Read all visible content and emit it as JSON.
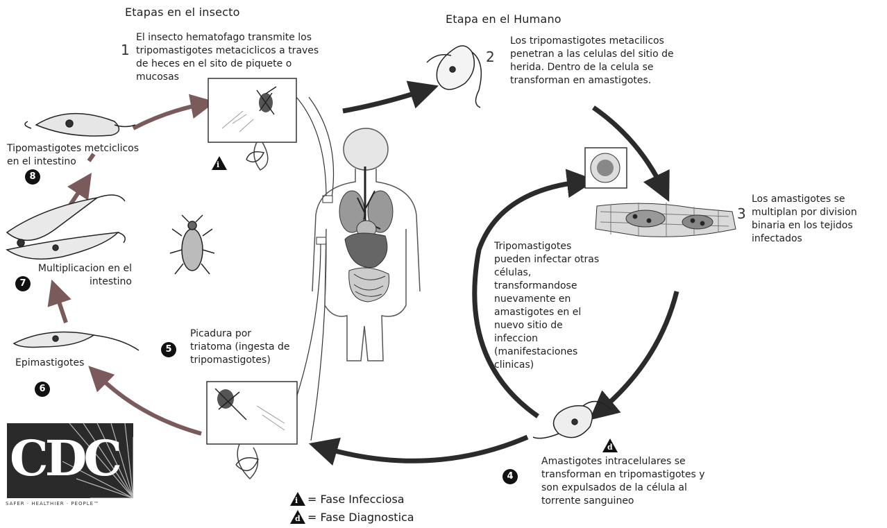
{
  "headings": {
    "insect": "Etapas en el insecto",
    "human": "Etapa en el Humano"
  },
  "steps": {
    "s1": {
      "num": "1",
      "text": "El insecto hematofago transmite los\ntripomastigotes metaciclicos a traves\nde heces en el sito de piquete o\nmucosas"
    },
    "s2": {
      "num": "2",
      "text": "Los tripomastigotes metacilicos\npenetran a las celulas del sitio de\nherida. Dentro de la celula se\ntransforman en amastigotes."
    },
    "s3": {
      "num": "3",
      "text": "Los amastigotes se\nmultiplan por division\nbinaria en los tejidos\ninfectados"
    },
    "s4": {
      "num": "4",
      "text": "Amastigotes intracelulares se\ntransforman en tripomastigotes y\nson expulsados de la célula al\ntorrente sanguineo"
    },
    "s5": {
      "num": "5",
      "text": "Picadura por\ntriatoma (ingesta de\ntripomastigotes)"
    },
    "s6": {
      "num": "6",
      "text": "Epimastigotes"
    },
    "s7": {
      "num": "7",
      "text": "Multiplicacion en el\nintestino"
    },
    "s8": {
      "num": "8",
      "text": "Tipomastigotes metciclicos\nen el intestino"
    }
  },
  "center_text": "Tripomastigotes\npueden infectar otras\ncélulas,\ntransformandose\nnuevamente en\namastigotes en el\nnuevo sitio de\ninfeccion\n(manifestaciones\nclinicas)",
  "markers": {
    "infective": "i",
    "diagnostic": "d"
  },
  "legend": {
    "infective": "= Fase Infecciosa",
    "diagnostic": "= Fase Diagnostica"
  },
  "logo": {
    "letters": "CDC",
    "tagline": "SAFER · HEALTHIER · PEOPLE™"
  },
  "colors": {
    "arrow_dark": "#2b2b2b",
    "arrow_insect": "#7a5a5a",
    "ink": "#1f1f1f"
  }
}
